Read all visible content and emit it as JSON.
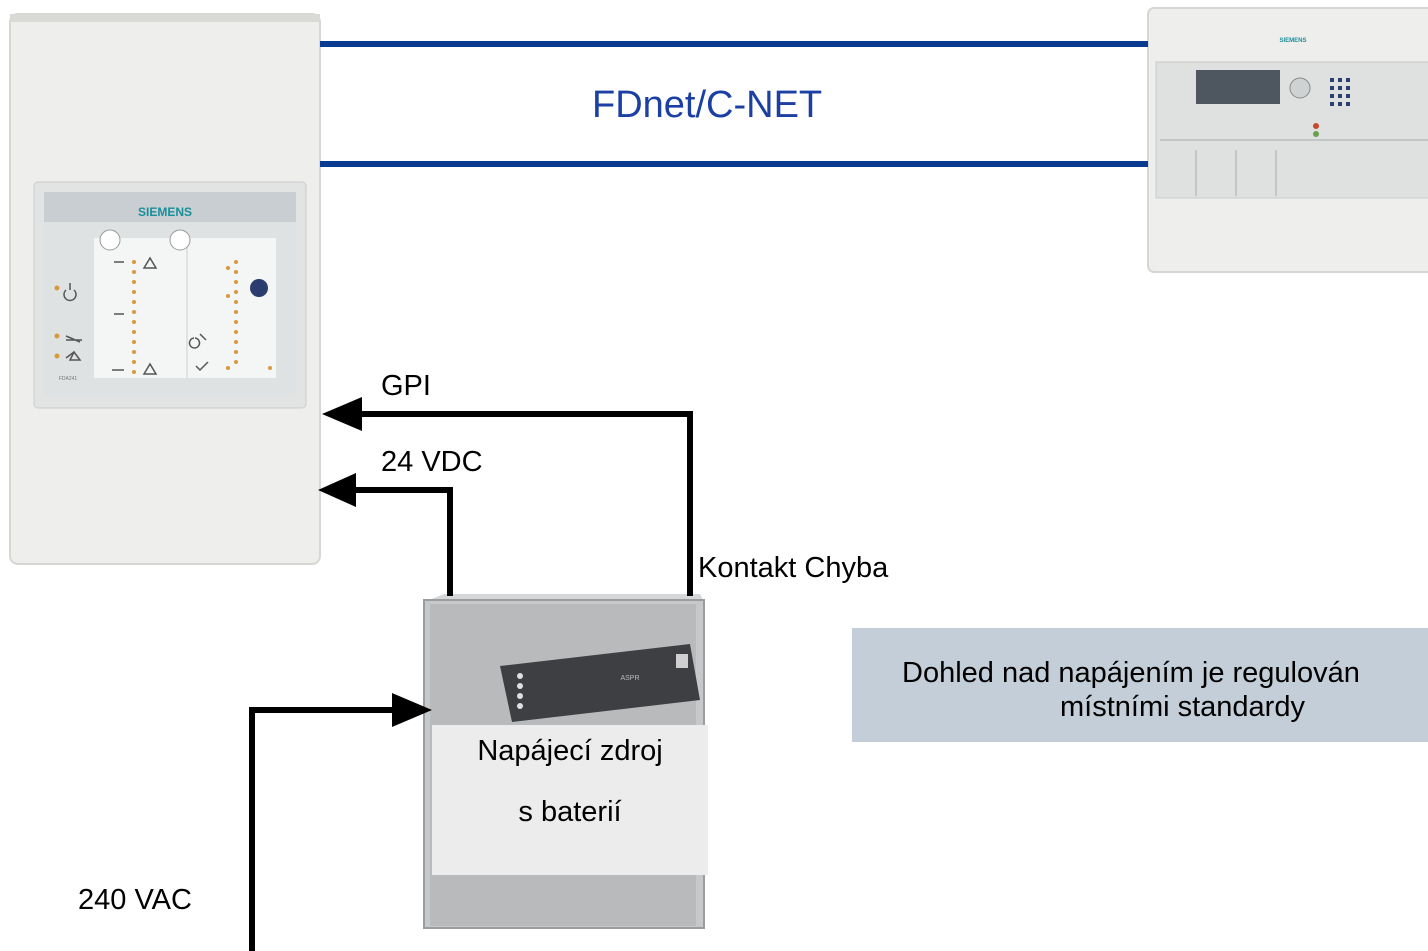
{
  "diagram": {
    "bus_label": "FDnet/C-NET",
    "gpi_label": "GPI",
    "vdc_label": "24 VDC",
    "fault_contact_label": "Kontakt Chyba",
    "vac_label": "240 VAC",
    "psu_label_line1": "Napájecí zdroj",
    "psu_label_line2": "s baterií",
    "note_line1": "Dohled nad napájením je regulován",
    "note_line2": "místními standardy",
    "panel_brand": "SIEMENS",
    "panel_model": "FDA241",
    "station_brand": "SIEMENS",
    "psu_brand": "ASPR"
  },
  "colors": {
    "bus_line": "#0b3b91",
    "bus_text": "#1b3fa3",
    "wire": "#000000",
    "note_bg": "#c3ced8",
    "siemens_teal": "#1a8f9a"
  }
}
